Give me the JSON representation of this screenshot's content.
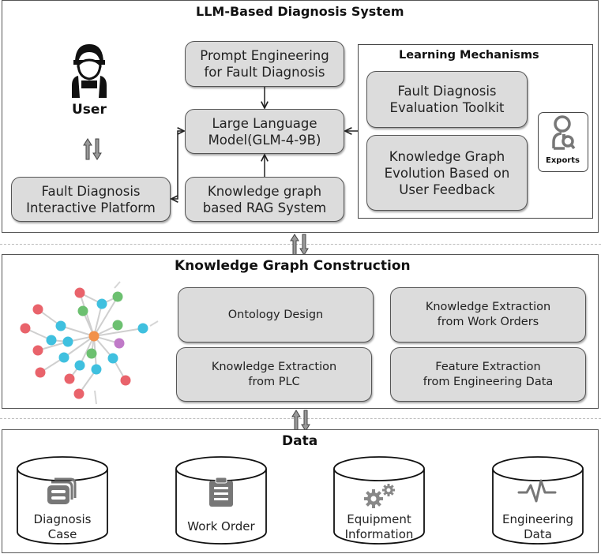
{
  "llm_section": {
    "title": "LLM-Based Diagnosis System",
    "user_label": "User",
    "boxes": {
      "prompt": "Prompt Engineering\nfor Fault Diagnosis",
      "llm": "Large Language\nModel(GLM-4-9B)",
      "rag": "Knowledge graph\nbased RAG System",
      "platform": "Fault Diagnosis\nInteractive Platform"
    },
    "learning": {
      "title": "Learning Mechanisms",
      "toolkit": "Fault Diagnosis\nEvaluation Toolkit",
      "evolution": "Knowledge Graph\nEvolution  Based on\nUser Feedback",
      "experts_label": "Exports"
    }
  },
  "kg_section": {
    "title": "Knowledge Graph Construction",
    "boxes": [
      "Ontology Design",
      "Knowledge Extraction\nfrom Work Orders",
      "Knowledge Extraction\nfrom PLC",
      "Feature Extraction\nfrom Engineering Data"
    ],
    "node_colors": {
      "red": "#e9636b",
      "blue": "#3fc0df",
      "green": "#6cc070",
      "orange": "#f2914a",
      "purple": "#c07ac8"
    }
  },
  "data_section": {
    "title": "Data",
    "stores": [
      {
        "label": "Diagnosis\nCase",
        "icon": "documents-icon"
      },
      {
        "label": "Work Order",
        "icon": "clipboard-icon"
      },
      {
        "label": "Equipment\nInformation",
        "icon": "gears-icon"
      },
      {
        "label": "Engineering\nData",
        "icon": "pulse-icon"
      }
    ]
  }
}
